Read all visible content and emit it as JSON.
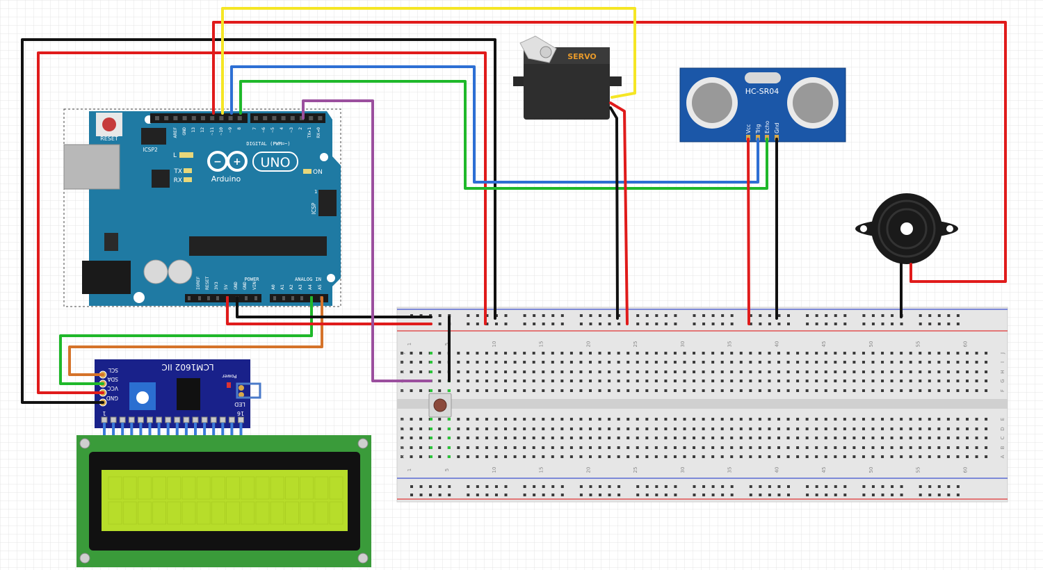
{
  "arduino": {
    "reset_label": "RESET",
    "icsp2_label": "ICSP2",
    "logo_brand": "Arduino",
    "logo_model": "UNO",
    "digital_label": "DIGITAL (PWM=~)",
    "digital_pins": [
      "AREF",
      "GND",
      "13",
      "12",
      "~11",
      "~10",
      "~9",
      "8",
      "7",
      "~6",
      "~5",
      "4",
      "~3",
      "2",
      "TX▸1",
      "RX◂0"
    ],
    "analog_label": "ANALOG IN",
    "power_label": "POWER",
    "power_pins": [
      "IOREF",
      "RESET",
      "3V3",
      "5V",
      "GND",
      "GND",
      "VIN"
    ],
    "analog_pins": [
      "A0",
      "A1",
      "A2",
      "A3",
      "A4",
      "A5"
    ],
    "led_l": "L",
    "led_tx": "TX",
    "led_rx": "RX",
    "led_on": "ON",
    "icsp_label": "ICSP",
    "icsp_pin1": "1"
  },
  "servo": {
    "label": "SERVO"
  },
  "sensor": {
    "model": "HC-SR04",
    "pins": [
      "Vcc",
      "Trig",
      "Echo",
      "Gnd"
    ]
  },
  "lcd_module": {
    "title": "LCM1602 IIC",
    "pins": [
      "SCL",
      "SDA",
      "VCC",
      "GND"
    ],
    "power_label": "Power",
    "led_label": "LED",
    "pin_1": "1",
    "pin_16": "16"
  },
  "breadboard": {
    "column_numbers": [
      "1",
      "5",
      "10",
      "15",
      "20",
      "25",
      "30",
      "35",
      "40",
      "45",
      "50",
      "55",
      "60"
    ],
    "row_letters_top": [
      "J",
      "I",
      "H",
      "G",
      "F"
    ],
    "row_letters_bottom": [
      "E",
      "D",
      "C",
      "B",
      "A"
    ]
  },
  "colors": {
    "board": "#1f7aa3",
    "wire_red": "#e01b1b",
    "wire_black": "#111111",
    "wire_yellow": "#f5e625",
    "wire_blue": "#2d6fd4",
    "wire_green": "#1fb82a",
    "wire_purple": "#9b4f9e",
    "wire_orange": "#d5732a",
    "lcd_screen": "#b7dd2a",
    "lcd_pcb": "#3a9b3a",
    "module_pcb": "#19218a"
  }
}
